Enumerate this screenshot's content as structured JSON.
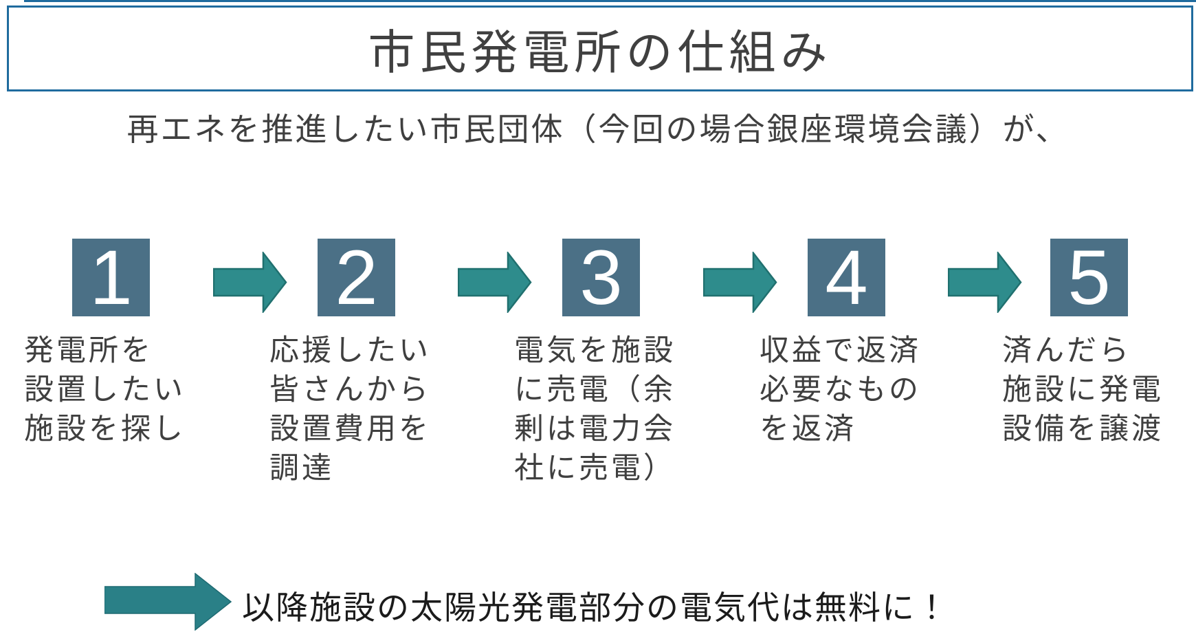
{
  "header": {
    "title": "市民発電所の仕組み",
    "subtitle": "再エネを推進したい市民団体（今回の場合銀座環境会議）が、"
  },
  "steps": [
    {
      "number": "1",
      "lines": [
        "発電所を",
        "設置したい",
        "施設を探し"
      ]
    },
    {
      "number": "2",
      "lines": [
        "応援したい",
        "皆さんから",
        "設置費用を",
        "調達"
      ]
    },
    {
      "number": "3",
      "lines": [
        "電気を施設",
        "に売電（余",
        "剰は電力会",
        "社に売電）"
      ]
    },
    {
      "number": "4",
      "lines": [
        "収益で返済",
        "必要なもの",
        "を返済"
      ]
    },
    {
      "number": "5",
      "lines": [
        "済んだら",
        "施設に発電",
        "設備を譲渡"
      ]
    }
  ],
  "footer": {
    "text": "以降施設の太陽光発電部分の電気代は無料に！"
  },
  "icons": {
    "step_arrow": "right-arrow",
    "footer_arrow": "right-arrow"
  },
  "colors": {
    "title_border": "#1f6b9e",
    "title_text": "#404040",
    "body_text": "#3f3f3f",
    "step_box": "#4b7086",
    "step_number": "#ffffff",
    "arrow_fill": "#2e8c8c",
    "arrow_stroke": "#20706f",
    "footer_arrow_fill": "#2a8087",
    "footer_arrow_stroke": "#1e6a72",
    "footer_text": "#1b1b1b"
  }
}
